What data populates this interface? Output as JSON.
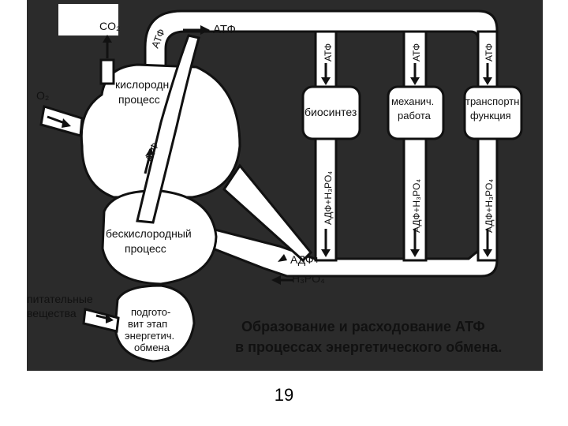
{
  "labels": {
    "co2": "CO₂",
    "o2": "O₂",
    "atp": "АТФ",
    "aerobic": [
      "кислородн.",
      "процесс"
    ],
    "anaerobic": [
      "бескислородный",
      "процесс"
    ],
    "nutrients": [
      "питательные",
      "вещества"
    ],
    "prep": [
      "подгото-",
      "вит этап",
      "энергетич.",
      "обмена"
    ],
    "biosynthesis": "биосинтез",
    "mechanical": [
      "механич.",
      "работа"
    ],
    "transport": [
      "транспортн.",
      "функция"
    ],
    "adp_short": "АДФ+",
    "h3po4": "H₃PO₄",
    "adp_vertical": "АДФ+H₃PO₄"
  },
  "caption": {
    "line1": "Образование и расходование АТФ",
    "line2": "в процессах энергетического обмена."
  },
  "page_number": "19"
}
